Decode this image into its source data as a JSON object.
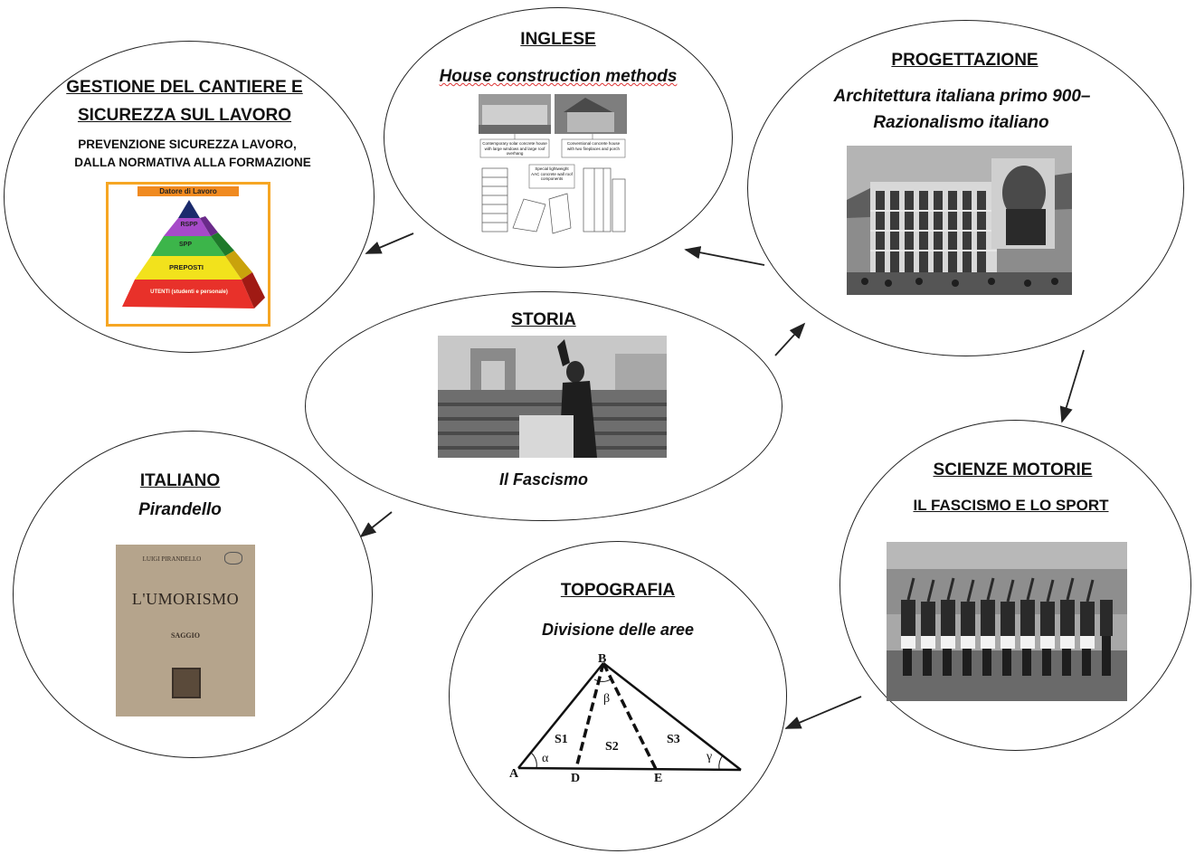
{
  "nodes": {
    "sicurezza": {
      "title_line1": "GESTIONE DEL CANTIERE E",
      "title_line2": "SICUREZZA SUL LAVORO",
      "desc_line1": "PREVENZIONE SICUREZZA LAVORO,",
      "desc_line2": "DALLA NORMATIVA ALLA FORMAZIONE",
      "pyramid": {
        "header": "Datore di Lavoro",
        "levels": [
          "RSPP",
          "SPP",
          "PREPOSTI",
          "UTENTI (studenti e personale)"
        ]
      }
    },
    "inglese": {
      "title": "INGLESE",
      "subtitle": "House construction methods",
      "captions": [
        "Contemporary solar concrete house with large windows and large roof overhang",
        "Conventional concrete house with two fireplaces and porch",
        "Special lightweight AAC concrete wall roof components"
      ]
    },
    "progettazione": {
      "title": "PROGETTAZIONE",
      "subtitle_line1": "Architettura italiana primo 900–",
      "subtitle_line2": "Razionalismo italiano"
    },
    "storia": {
      "title": "STORIA",
      "caption": "Il Fascismo"
    },
    "italiano": {
      "title": "ITALIANO",
      "subtitle": "Pirandello",
      "book": {
        "author": "LUIGI PIRANDELLO",
        "title": "L'UMORISMO",
        "subtitle": "SAGGIO"
      }
    },
    "scienze": {
      "title": "SCIENZE MOTORIE",
      "subtitle": "IL FASCISMO E LO SPORT"
    },
    "topografia": {
      "title": "TOPOGRAFIA",
      "subtitle": "Divisione delle aree",
      "labels": {
        "A": "A",
        "B": "B",
        "D": "D",
        "E": "E",
        "S1": "S1",
        "S2": "S2",
        "S3": "S3",
        "alpha": "α",
        "beta": "β",
        "gamma": "γ"
      }
    }
  },
  "colors": {
    "line": "#222222",
    "pyramid_top": "#1a2a6c",
    "pyramid_purple": "#a64ac9",
    "pyramid_green": "#3cb54a",
    "pyramid_yellow": "#f2e21c",
    "pyramid_red": "#e8312a",
    "pyramid_border": "#f0a020"
  }
}
